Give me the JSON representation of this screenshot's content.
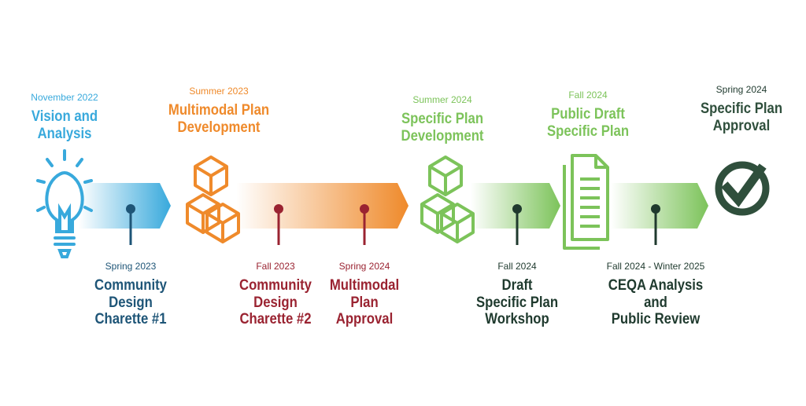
{
  "top_milestones": [
    {
      "date": "November 2022",
      "title": [
        "Vision and",
        "Analysis"
      ],
      "icon": "lightbulb-icon"
    },
    {
      "date": "Summer 2023",
      "title": [
        "Multimodal Plan",
        "Development"
      ],
      "icon": "cubes-icon"
    },
    {
      "date": "Summer 2024",
      "title": [
        "Specific Plan",
        "Development"
      ],
      "icon": "cubes-icon"
    },
    {
      "date": "Fall 2024",
      "title": [
        "Public Draft",
        "Specific Plan"
      ],
      "icon": "document-icon"
    },
    {
      "date": "Spring 2024",
      "title": [
        "Specific Plan",
        "Approval"
      ],
      "icon": "checkmark-circle-icon"
    }
  ],
  "bottom_milestones": [
    {
      "date": "Spring 2023",
      "title": [
        "Community",
        "Design",
        "Charette #1"
      ]
    },
    {
      "date": "Fall 2023",
      "title": [
        "Community",
        "Design",
        "Charette #2"
      ]
    },
    {
      "date": "Spring 2024",
      "title": [
        "Multimodal",
        "Plan",
        "Approval"
      ]
    },
    {
      "date": "Fall 2024",
      "title": [
        "Draft",
        "Specific Plan",
        "Workshop"
      ]
    },
    {
      "date": "Fall 2024 - Winter 2025",
      "title": [
        "CEQA Analysis",
        "and",
        "Public Review"
      ]
    }
  ],
  "colors": {
    "blue": "#38a9dc",
    "orange": "#ef8a2b",
    "light_green": "#7cc35a",
    "dark_green": "#2f4f3c",
    "navy": "#1e5577",
    "red": "#9a2331"
  }
}
